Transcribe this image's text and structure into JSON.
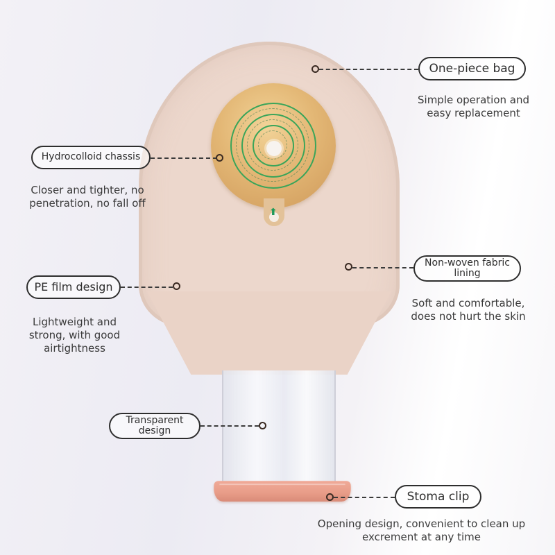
{
  "product": {
    "colors": {
      "bag": "#ecd6cb",
      "flange": "#e3b775",
      "flange_rings": "#3aa55a",
      "transparent_neck": "#eef0f5",
      "clip": "#ec9f8b",
      "outline": "#2e2e2e",
      "text": "#3a3a3a"
    }
  },
  "callouts": [
    {
      "id": "one-piece-bag",
      "label": "One-piece bag",
      "description": "Simple operation and easy replacement"
    },
    {
      "id": "hydrocolloid-chassis",
      "label": "Hydrocolloid chassis",
      "description": "Closer and tighter, no penetration, no fall off"
    },
    {
      "id": "non-woven-fabric-lining",
      "label": "Non-woven fabric lining",
      "description": "Soft and comfortable, does not hurt the skin"
    },
    {
      "id": "pe-film-design",
      "label": "PE film design",
      "description": "Lightweight and strong, with good airtightness"
    },
    {
      "id": "transparent-design",
      "label": "Transparent design",
      "description": ""
    },
    {
      "id": "stoma-clip",
      "label": "Stoma clip",
      "description": "Opening design, convenient to clean up excrement at any time"
    }
  ]
}
